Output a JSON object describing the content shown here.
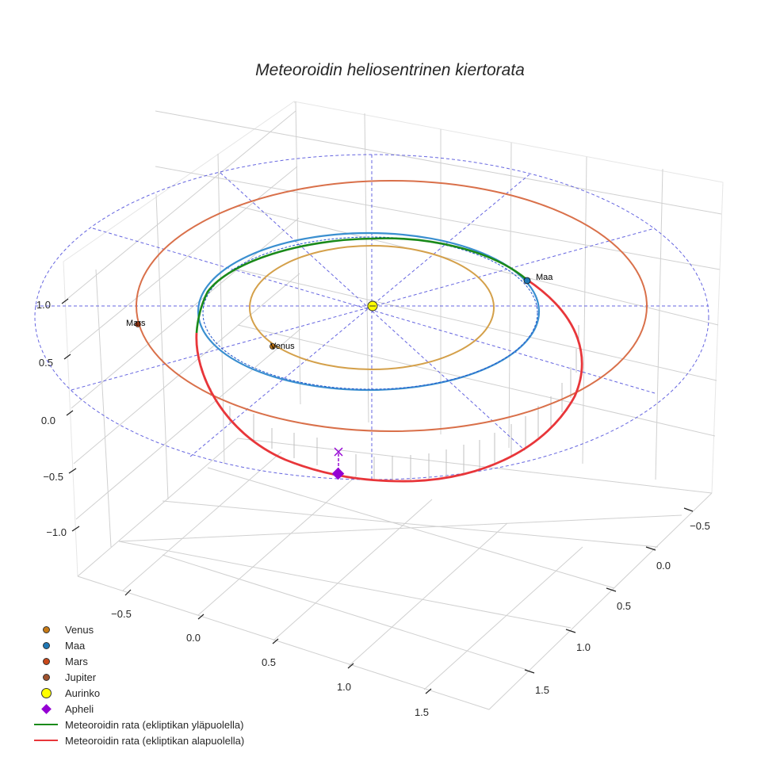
{
  "chart_data": {
    "type": "3d-line",
    "title": "Meteoroidin heliosentrinen kiertorata",
    "axes": {
      "x": {
        "label": "",
        "ticks": [
          "−0.5",
          "0.0",
          "0.5",
          "1.0",
          "1.5"
        ],
        "range": [
          -0.8,
          1.8
        ]
      },
      "y": {
        "label": "",
        "ticks": [
          "−0.5",
          "0.0",
          "0.5",
          "1.0",
          "1.5"
        ],
        "range": [
          -0.8,
          1.8
        ]
      },
      "z": {
        "label": "",
        "ticks": [
          "1.0",
          "0.5",
          "0.0",
          "−0.5",
          "−1.0"
        ],
        "range": [
          -1.4,
          1.2
        ]
      }
    },
    "grid": true,
    "legend_position": "lower left",
    "series": [
      {
        "name": "Venus",
        "type": "orbit",
        "color": "#d4a04a",
        "radius_au": 0.72,
        "marker_color": "#c77a16"
      },
      {
        "name": "Maa",
        "type": "orbit",
        "color": "#3a8fd0",
        "radius_au": 1.0,
        "marker_color": "#1f77b4"
      },
      {
        "name": "Mars",
        "type": "orbit",
        "color": "#d9704a",
        "radius_au": 1.52,
        "marker_color": "#c9481a"
      },
      {
        "name": "Jupiter",
        "type": "marker-only",
        "marker_color": "#a0522d"
      },
      {
        "name": "Aurinko",
        "type": "marker",
        "marker_color": "#ffff00",
        "position": [
          0,
          0,
          0
        ]
      },
      {
        "name": "Apheli",
        "type": "marker",
        "marker_color": "#9400d3"
      },
      {
        "name": "Meteoroidin rata (ekliptikan yläpuolella)",
        "type": "line",
        "color": "#1a8a1a"
      },
      {
        "name": "Meteoroidin rata (ekliptikan alapuolella)",
        "type": "line",
        "color": "#e8363a"
      }
    ],
    "annotations": [
      "Maa",
      "Mars",
      "Venus"
    ],
    "reference": {
      "name": "ekliptika 2 AU dashed circle with radial spokes",
      "color": "#5555dd"
    }
  },
  "labels": {
    "maa": "Maa",
    "mars": "Mars",
    "venus": "Venus"
  },
  "legend": [
    {
      "label": "Venus",
      "kind": "dot",
      "color": "#c77a16"
    },
    {
      "label": "Maa",
      "kind": "dot",
      "color": "#1f77b4"
    },
    {
      "label": "Mars",
      "kind": "dot",
      "color": "#c9481a"
    },
    {
      "label": "Jupiter",
      "kind": "dot",
      "color": "#a0522d"
    },
    {
      "label": "Aurinko",
      "kind": "bigdot",
      "color": "#ffff00"
    },
    {
      "label": "Apheli",
      "kind": "diamond",
      "color": "#9400d3"
    },
    {
      "label": "Meteoroidin rata (ekliptikan yläpuolella)",
      "kind": "line",
      "color": "#1a8a1a"
    },
    {
      "label": "Meteoroidin rata (ekliptikan alapuolella)",
      "kind": "line",
      "color": "#e8363a"
    }
  ]
}
